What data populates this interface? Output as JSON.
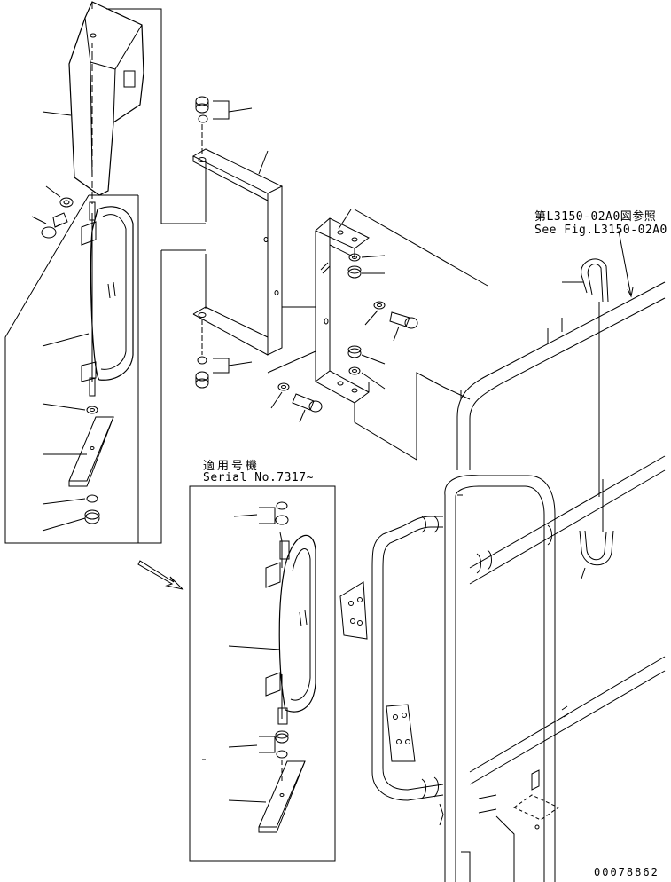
{
  "reference_note": {
    "japanese": "第L3150-02A0図参照",
    "english": "See Fig.L3150-02A0"
  },
  "serial_note": {
    "japanese": "適用号機",
    "english": "Serial No.7317~"
  },
  "drawing_number": "00078862",
  "colors": {
    "line": "#000000",
    "background": "#ffffff"
  }
}
